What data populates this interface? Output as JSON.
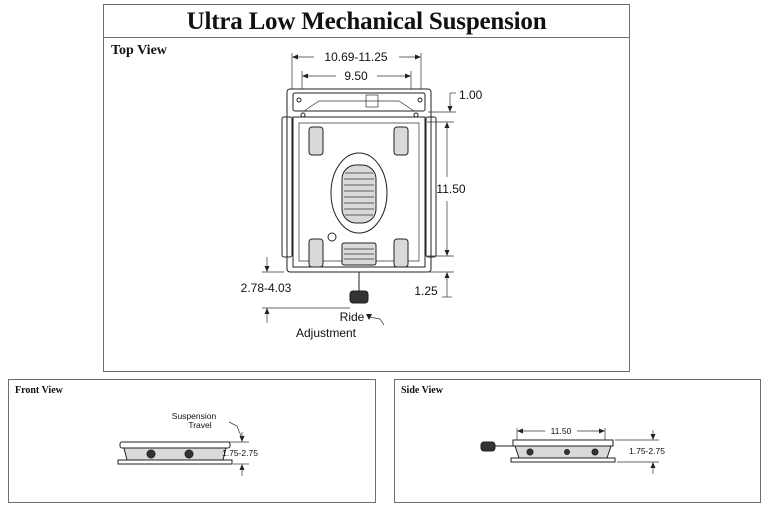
{
  "title": "Ultra Low Mechanical Suspension",
  "top_view": {
    "label": "Top View",
    "dim_overall_width": "10.69-11.25",
    "dim_mount_width": "9.50",
    "dim_top_offset": "1.00",
    "dim_length": "11.50",
    "dim_handle": "2.78-4.03",
    "dim_bottom_offset": "1.25",
    "ride_adjustment_line1": "Ride",
    "ride_adjustment_line2": "Adjustment"
  },
  "front_view": {
    "label": "Front View",
    "suspension_travel_line1": "Suspension",
    "suspension_travel_line2": "Travel",
    "dim_height": "1.75-2.75"
  },
  "side_view": {
    "label": "Side View",
    "dim_length": "11.50",
    "dim_height": "1.75-2.75"
  }
}
